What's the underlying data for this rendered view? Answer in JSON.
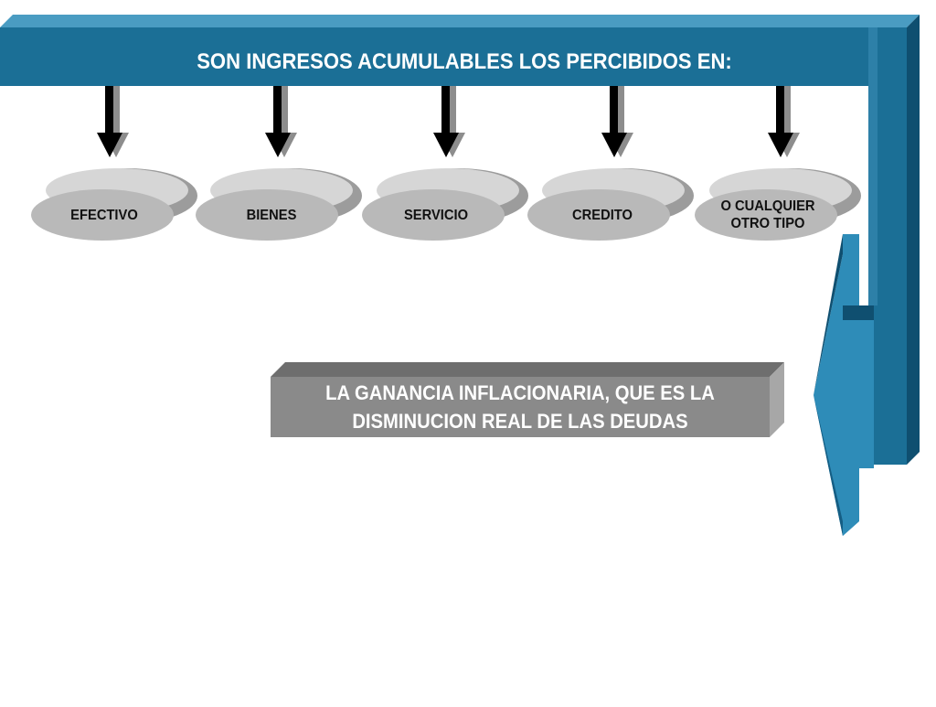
{
  "header": {
    "title": "SON INGRESOS ACUMULABLES LOS PERCIBIDOS EN:"
  },
  "items": [
    {
      "label": "EFECTIVO"
    },
    {
      "label": "BIENES"
    },
    {
      "label": "SERVICIO"
    },
    {
      "label": "CREDITO"
    },
    {
      "label": "O CUALQUIER\nOTRO TIPO"
    }
  ],
  "result": {
    "text": "LA GANANCIA INFLACIONARIA, QUE ES LA DISMINUCION REAL DE LAS DEUDAS"
  },
  "colors": {
    "band": "#1b6f96",
    "band_top": "#4a9cc2",
    "band_dark": "#0f4f70",
    "oval_face": "#b9b9b9",
    "oval_top": "#d6d6d6",
    "box": "#8a8a8a",
    "box_side": "#a7a7a7"
  }
}
